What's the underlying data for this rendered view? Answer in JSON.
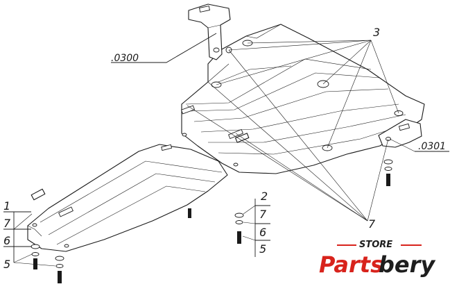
{
  "labels": {
    "part_0300": ".0300",
    "part_0301": ".0301",
    "num_1": "1",
    "num_2": "2",
    "num_3": "3",
    "num_5_left": "5",
    "num_5_right": "5",
    "num_6_left": "6",
    "num_6_right": "6",
    "num_7_left": "7",
    "num_7_mid": "7",
    "num_7_bottom": "7"
  },
  "logo": {
    "store": "STORE",
    "brand_part1": "Parts",
    "brand_part2": "bery",
    "colors": {
      "red": "#d8231c",
      "dark": "#1e1e1e",
      "accent_line": "#d8231c"
    }
  }
}
